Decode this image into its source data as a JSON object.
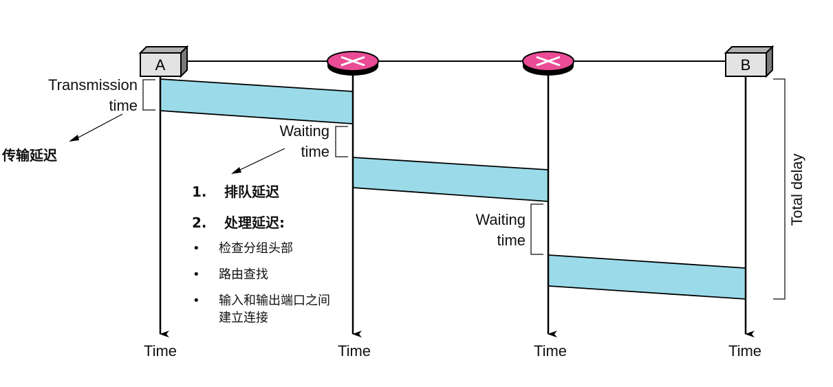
{
  "diagram": {
    "title": "Packet switching delay timeline",
    "nodes": [
      {
        "id": "A",
        "label": "A",
        "type": "host"
      },
      {
        "id": "R1",
        "label": "",
        "type": "router"
      },
      {
        "id": "R2",
        "label": "",
        "type": "router"
      },
      {
        "id": "B",
        "label": "B",
        "type": "host"
      }
    ],
    "time_labels": [
      "Time",
      "Time",
      "Time",
      "Time"
    ],
    "transmission_label": {
      "line1": "Transmission",
      "line2": "time"
    },
    "waiting_labels": [
      {
        "line1": "Waiting",
        "line2": "time"
      },
      {
        "line1": "Waiting",
        "line2": "time"
      }
    ],
    "total_delay_label": "Total delay",
    "annotations": {
      "transmission_delay_cn": "传输延迟",
      "numbered": [
        {
          "num": "1.",
          "text": "排队延迟"
        },
        {
          "num": "2.",
          "text": "处理延迟:"
        }
      ],
      "bullets": [
        {
          "bullet": "•",
          "text": "检查分组头部"
        },
        {
          "bullet": "•",
          "text": "路由查找"
        },
        {
          "bullet": "•",
          "text": "输入和输出端口之间",
          "text2": "建立连接"
        }
      ]
    },
    "colors": {
      "packet_fill": "#9bdbe9",
      "router_fill": "#ea4c96",
      "host_face": "#e3e3e3",
      "host_top": "#b0b0b0",
      "host_side": "#7a7a7a",
      "line": "#000000"
    }
  }
}
